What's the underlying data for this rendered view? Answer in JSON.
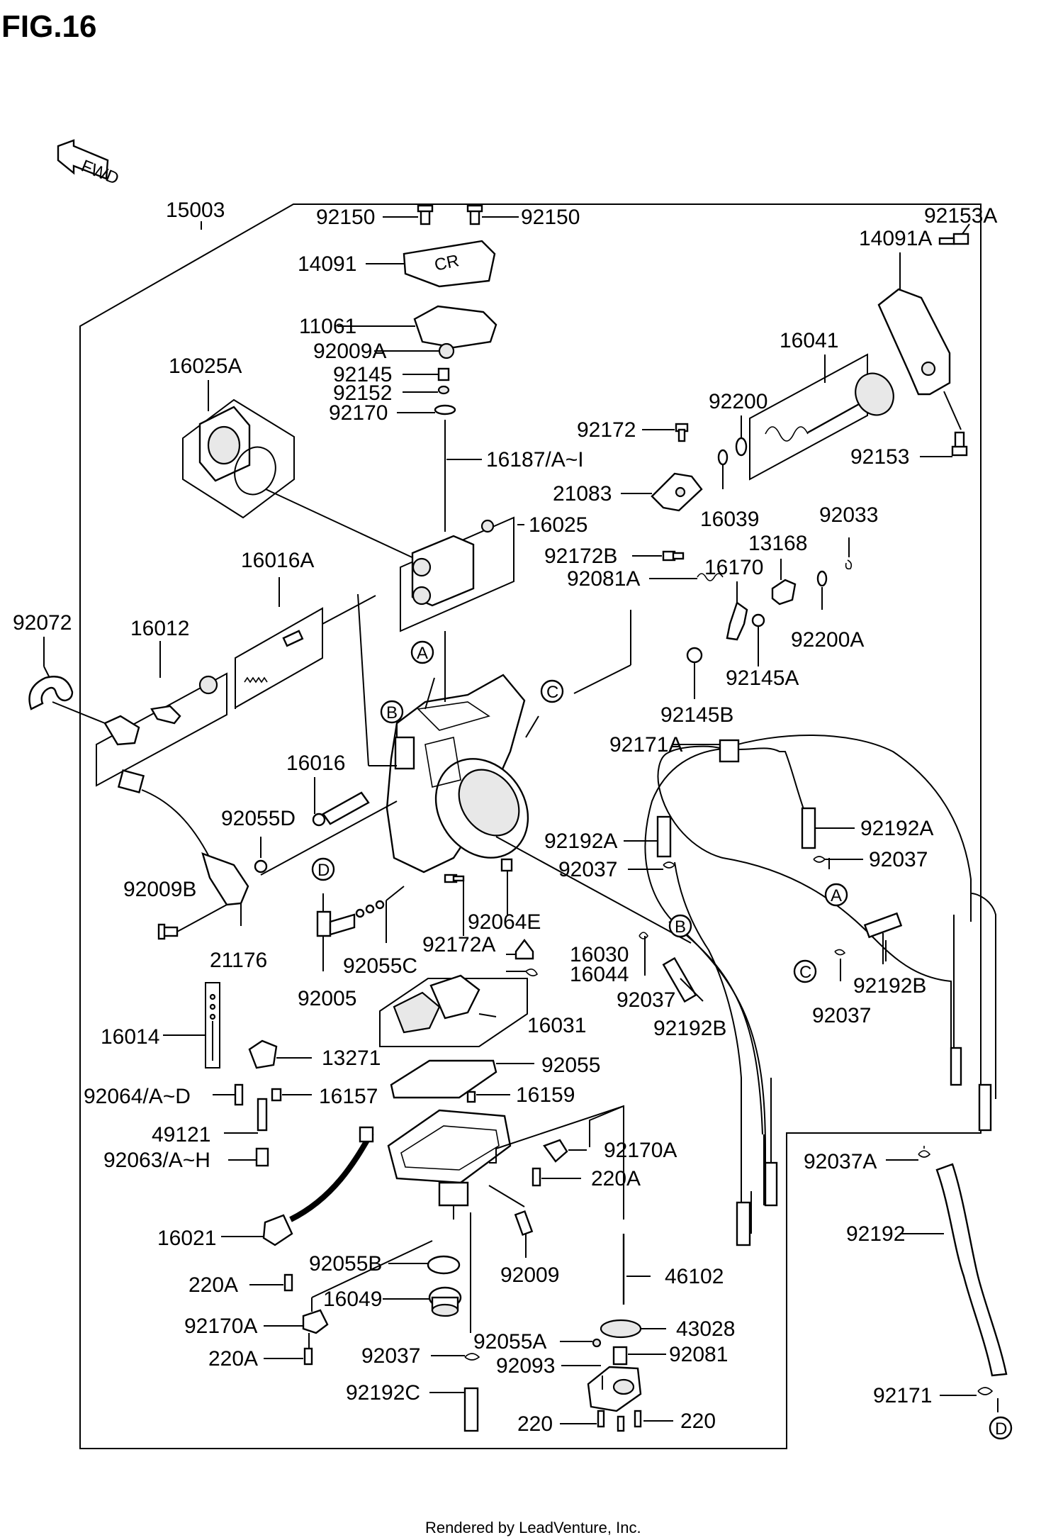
{
  "figure": {
    "title": "FIG.16",
    "footer": "Rendered by LeadVenture, Inc.",
    "fwd_label": "FWD"
  },
  "markers": {
    "A": "A",
    "B": "B",
    "C": "C",
    "D": "D"
  },
  "labels": {
    "p15003": "15003",
    "p92150_l": "92150",
    "p92150_r": "92150",
    "p14091": "14091",
    "p11061": "11061",
    "p92009A": "92009A",
    "p92145": "92145",
    "p92152": "92152",
    "p92170": "92170",
    "p16187": "16187/A~I",
    "p16025A": "16025A",
    "p16025": "16025",
    "p92153A": "92153A",
    "p14091A": "14091A",
    "p16041": "16041",
    "p92200": "92200",
    "p92172": "92172",
    "p92153": "92153",
    "p21083": "21083",
    "p16039": "16039",
    "p92033": "92033",
    "p92172B": "92172B",
    "p13168": "13168",
    "p16170": "16170",
    "p92081A": "92081A",
    "p92200A": "92200A",
    "p92145A": "92145A",
    "p92145B": "92145B",
    "p16016A": "16016A",
    "p92072": "92072",
    "p16012": "16012",
    "p16016": "16016",
    "p92055D": "92055D",
    "p92171A": "92171A",
    "p92192A_l": "92192A",
    "p92192A_r": "92192A",
    "p92037_a": "92037",
    "p92037_b": "92037",
    "p92009B": "92009B",
    "p21176": "21176",
    "p92064E": "92064E",
    "p92172A": "92172A",
    "p92055C": "92055C",
    "p16030": "16030",
    "p16044": "16044",
    "p92037_c": "92037",
    "p92192B_l": "92192B",
    "p92192B_r": "92192B",
    "p92037_d": "92037",
    "p92005": "92005",
    "p16031": "16031",
    "p16014": "16014",
    "p13271": "13271",
    "p92055": "92055",
    "p92064": "92064/A~D",
    "p16157": "16157",
    "p16159": "16159",
    "p49121": "49121",
    "p92063": "92063/A~H",
    "p92170A_r": "92170A",
    "p220A_r": "220A",
    "p92037A": "92037A",
    "p16021": "16021",
    "p92055B": "92055B",
    "p92009": "92009",
    "p46102": "46102",
    "p92192": "92192",
    "p220A_l": "220A",
    "p16049": "16049",
    "p92170A_l": "92170A",
    "p43028": "43028",
    "p220A_l2": "220A",
    "p92037_e": "92037",
    "p92055A": "92055A",
    "p92081": "92081",
    "p92093": "92093",
    "p92192C": "92192C",
    "p92171": "92171",
    "p220_l": "220",
    "p220_r": "220"
  }
}
